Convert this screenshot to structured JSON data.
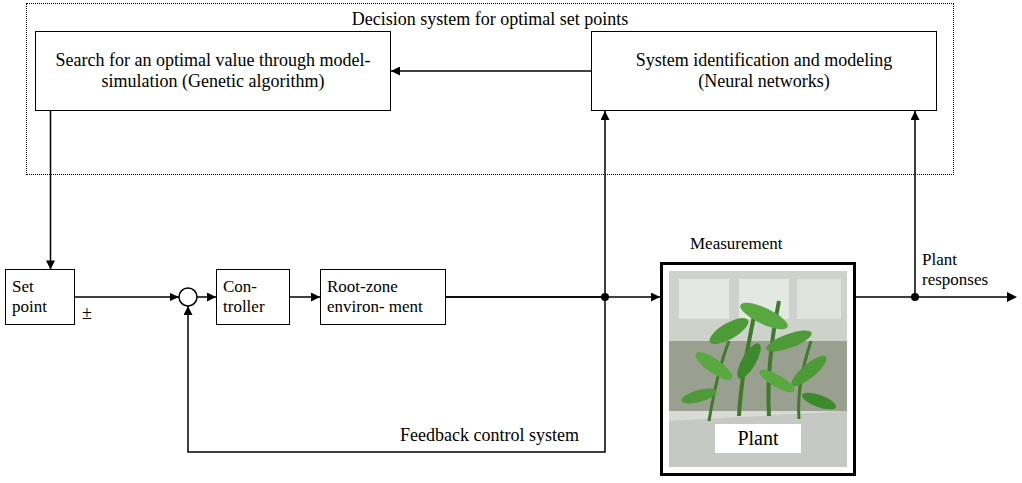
{
  "diagram": {
    "nodes": [
      {
        "text": [
          "Decision system for optimal set points"
        ]
      },
      {
        "text": [
          "Search for an optimal value through model-simulation (Genetic algorithm)"
        ],
        "in": 0
      },
      {
        "text": [
          "System identification and modeling (Neural networks)"
        ],
        "in": 0
      },
      {
        "text": [
          "Set point"
        ]
      },
      {
        "text": [
          "Con- troller"
        ]
      },
      {
        "text": [
          "Root-zone environ- ment"
        ]
      },
      {
        "text": [
          "Plant"
        ]
      }
    ],
    "edges": [
      {
        "from": 1,
        "to": 3,
        "arrow": "to"
      },
      {
        "from": 2,
        "to": 1,
        "arrow": "to"
      },
      {
        "from": 3,
        "to": 4,
        "arrow": "to"
      },
      {
        "from": 4,
        "to": 5,
        "arrow": "to"
      },
      {
        "from": 5,
        "to": 6,
        "arrow": "to"
      },
      {
        "from": 5,
        "to": 2,
        "arrow": "to"
      },
      {
        "from": 5,
        "to": 4,
        "arrow": "to"
      },
      {
        "from": 6,
        "to": 2,
        "arrow": "to"
      }
    ],
    "labels": [
      "±",
      "Measurement",
      "Plant responses",
      "Feedback control system"
    ]
  }
}
